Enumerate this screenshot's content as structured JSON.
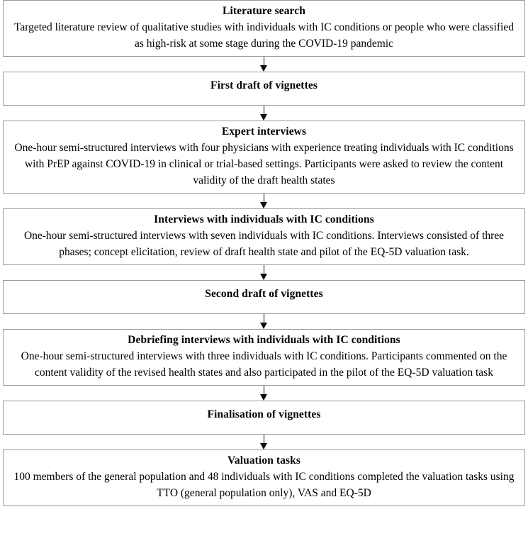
{
  "figure": {
    "type": "vertical-flowchart",
    "orientation": "top-to-bottom",
    "box_border_color": "#9a9a9a",
    "arrow_color": "#0c0c0c",
    "background_color": "#ffffff",
    "stages": [
      {
        "id": "literature-search",
        "title": "Literature search",
        "body": "Targeted literature review of qualitative studies with individuals with IC conditions or people who were classified as high-risk at some stage during the COVID-19 pandemic"
      },
      {
        "id": "first-draft-of-vignettes",
        "title": "First draft of vignettes",
        "body": ""
      },
      {
        "id": "expert-interviews",
        "title": "Expert interviews",
        "body": "One-hour semi-structured interviews with four physicians with experience treating individuals with IC conditions with PrEP against COVID-19 in clinical or trial-based settings. Participants were asked to review the content validity of the draft health states"
      },
      {
        "id": "interviews-with-individuals-with-ic-conditions",
        "title": "Interviews with individuals with IC conditions",
        "body": "One-hour semi-structured interviews with seven individuals with IC conditions. Interviews consisted of three phases; concept elicitation, review of draft health state and pilot of the EQ-5D valuation task."
      },
      {
        "id": "second-draft-of-vignettes",
        "title": "Second draft of vignettes",
        "body": ""
      },
      {
        "id": "debriefing-interviews-with-individuals-with-ic-conditions",
        "title": "Debriefing interviews with individuals with IC conditions",
        "body": "One-hour semi-structured interviews with three individuals with IC conditions. Participants commented on the content validity of the revised health states and also participated in the pilot of the EQ-5D valuation task"
      },
      {
        "id": "finalisation-of-vignettes",
        "title": "Finalisation of vignettes",
        "body": ""
      },
      {
        "id": "valuation-tasks",
        "title": "Valuation tasks",
        "body": "100 members of the general population and 48 individuals with IC conditions completed the valuation tasks using TTO (general population only), VAS and EQ-5D"
      }
    ]
  }
}
